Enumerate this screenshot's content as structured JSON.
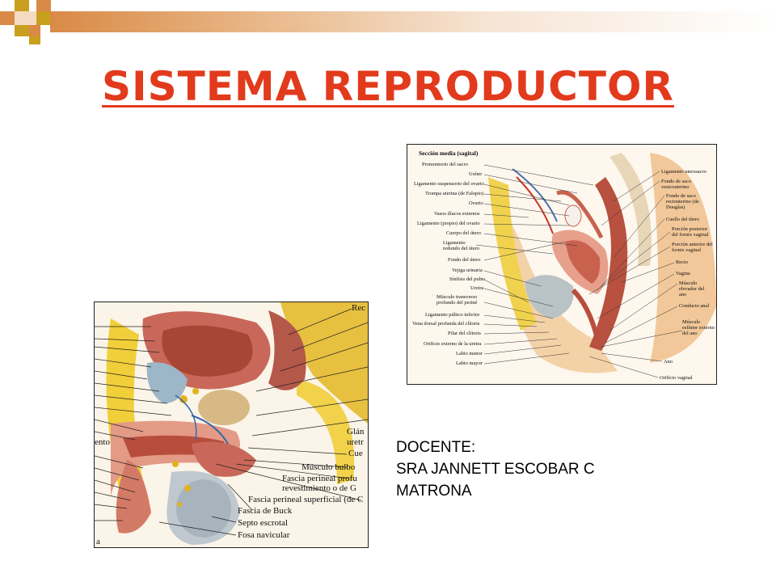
{
  "slide": {
    "title": "SISTEMA REPRODUCTOR",
    "accent_color": "#e23a1c",
    "deco_colors": [
      "#d98a46",
      "#c8a01e"
    ]
  },
  "female_diagram": {
    "heading": "Sección media (sagital)",
    "left_labels": [
      "Promontorio del sacro",
      "Uréter",
      "Ligamento suspensorio del ovario",
      "Trompa uterina (de Falopio)",
      "Ovario",
      "Vasos ilíacos externos",
      "Ligamento (propio) del ovario",
      "Cuerpo del útero",
      "Ligamento redondo del útero",
      "Fondo del útero",
      "Vejiga urinaria",
      "Sínfisis del pubis",
      "Uretra",
      "Músculo transverso profundo del periné",
      "Ligamento púbico inferior",
      "Vena dorsal profunda del clítoris",
      "Pilar del clítoris",
      "Orificio externo de la uretra",
      "Labio menor",
      "Labio mayor"
    ],
    "right_labels": [
      "Ligamento uterosacro",
      "Fondo de saco vesicouterino",
      "Fondo de saco rectouterino (de Douglas)",
      "Cuello del útero",
      "Porción posterior del fornix vaginal",
      "Porción anterior del fornix vaginal",
      "Recto",
      "Vagina",
      "Músculo elevador del ano",
      "Conducto anal",
      "Músculo esfínter externo del ano",
      "Ano",
      "Orificio vaginal"
    ]
  },
  "male_diagram": {
    "left_fragments": [
      "ento",
      "a"
    ],
    "right_labels": [
      "Rec",
      "Glán",
      "uretr",
      "Cue",
      "Músculo bulbo",
      "Fascia perineal profu",
      "revestimiento o de G",
      "Fascia perineal superficial (de C",
      "Fascia de Buck",
      "Septo escrotal",
      "Fosa navicular"
    ]
  },
  "docente": {
    "line1": "DOCENTE:",
    "line2": "SRA JANNETT ESCOBAR C",
    "line3": "MATRONA"
  }
}
